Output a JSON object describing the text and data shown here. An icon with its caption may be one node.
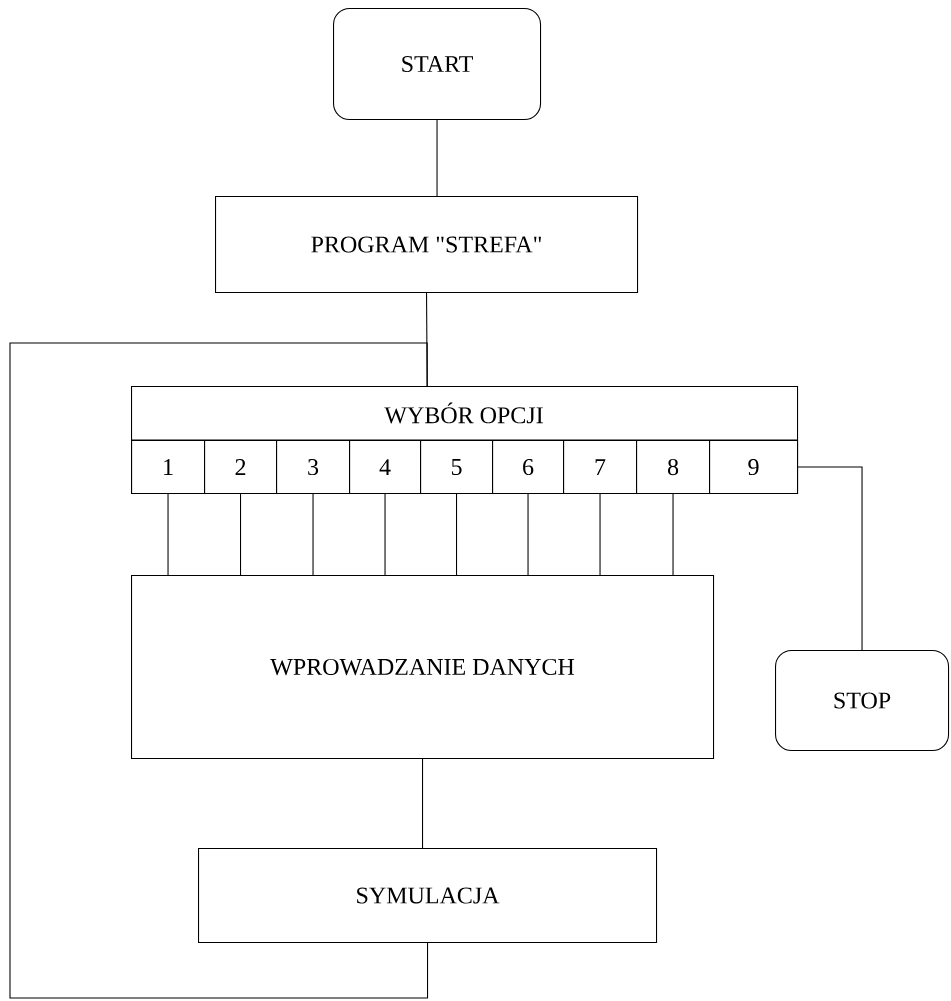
{
  "diagram": {
    "nodes": [
      {
        "text": [
          "START"
        ]
      },
      {
        "text": [
          "PROGRAM \"STREFA\""
        ]
      },
      {
        "text": [
          "WYBÓR OPCJI"
        ]
      },
      {
        "text": [
          "1"
        ],
        "in": 2
      },
      {
        "text": [
          "2"
        ],
        "in": 2
      },
      {
        "text": [
          "3"
        ],
        "in": 2
      },
      {
        "text": [
          "4"
        ],
        "in": 2
      },
      {
        "text": [
          "5"
        ],
        "in": 2
      },
      {
        "text": [
          "6"
        ],
        "in": 2
      },
      {
        "text": [
          "7"
        ],
        "in": 2
      },
      {
        "text": [
          "8"
        ],
        "in": 2
      },
      {
        "text": [
          "9"
        ],
        "in": 2
      },
      {
        "text": [
          "WPROWADZANIE DANYCH"
        ]
      },
      {
        "text": [
          "STOP"
        ]
      },
      {
        "text": [
          "SYMULACJA"
        ]
      }
    ],
    "edges": [
      {
        "from": 0,
        "to": 1,
        "arrow": "none"
      },
      {
        "from": 1,
        "to": 2,
        "arrow": "none"
      },
      {
        "from": 3,
        "to": 12,
        "arrow": "none"
      },
      {
        "from": 4,
        "to": 12,
        "arrow": "none"
      },
      {
        "from": 5,
        "to": 12,
        "arrow": "none"
      },
      {
        "from": 6,
        "to": 12,
        "arrow": "none"
      },
      {
        "from": 7,
        "to": 12,
        "arrow": "none"
      },
      {
        "from": 8,
        "to": 12,
        "arrow": "none"
      },
      {
        "from": 9,
        "to": 12,
        "arrow": "none"
      },
      {
        "from": 10,
        "to": 12,
        "arrow": "none"
      },
      {
        "from": 11,
        "to": 13,
        "arrow": "none"
      },
      {
        "from": 12,
        "to": 14,
        "arrow": "none"
      },
      {
        "from": 14,
        "to": 2,
        "arrow": "none"
      }
    ]
  }
}
